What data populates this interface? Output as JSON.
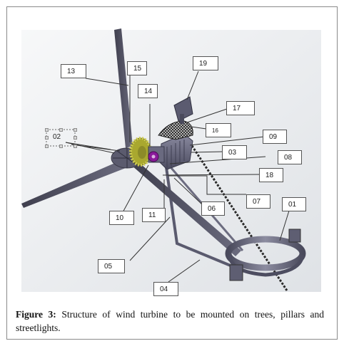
{
  "figure": {
    "caption_label": "Figure 3:",
    "caption_text": " Structure of wind turbine to be mounted on trees, pillars and streetlights."
  },
  "labels": {
    "l01": "01",
    "l02": "02",
    "l03": "03",
    "l04": "04",
    "l05": "05",
    "l07": "07",
    "l06": "06",
    "l08": "08",
    "l09": "09",
    "l10": "10",
    "l11": "11",
    "l13": "13",
    "l14": "14",
    "l15": "15",
    "l16": "16",
    "l17": "17",
    "l18": "18",
    "l19": "19"
  },
  "colors": {
    "background_panel": "#eceef0",
    "blade": "#4d4d5e",
    "gear": "#a9a82f",
    "generator": "#5e5e72",
    "hub_ring": "#8a1a9a",
    "clamp_ring": "#5a5a6e"
  }
}
